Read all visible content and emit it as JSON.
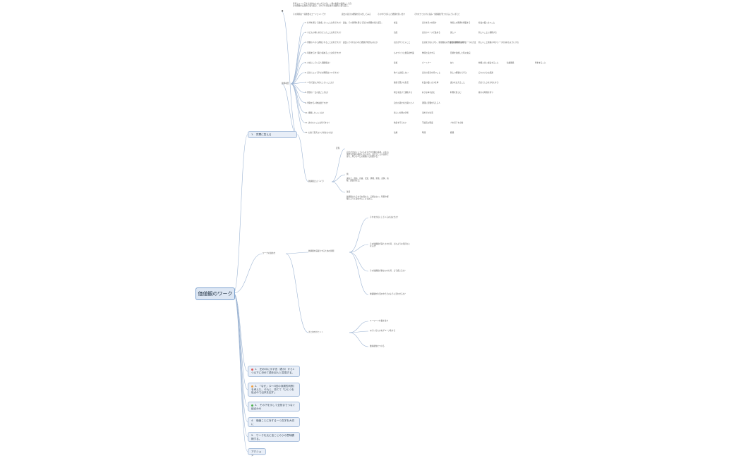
{
  "root": {
    "label": "価値観のワーク"
  },
  "main_branches": [
    {
      "label": "1.　質問に答える",
      "marker": "",
      "marker_color": ""
    },
    {
      "label": "1.　田の中に示す言（表示）から1つ以下に決めて語を記入と変換する。",
      "marker": "!",
      "marker_color": "#e05a5a"
    },
    {
      "label": "2.　「なぜ」（2〜3回の深層的判断）を考えた。それと、持てて「ひとつを仮点ので出来を記す」",
      "marker": "!",
      "marker_color": "#f0a040"
    },
    {
      "label": "3.　その下を示して全然までつなぐ組合わせ",
      "marker": "",
      "marker_color": "#4bb04b"
    },
    {
      "label": "4.　価値ことに対する一つ文字を大切に",
      "marker": "",
      "marker_color": ""
    },
    {
      "label": "5.　ワークを元に言ことのうの意味模様する。",
      "marker": "",
      "marker_color": ""
    },
    {
      "label": "アクション",
      "marker": "",
      "marker_color": ""
    }
  ],
  "branch1": {
    "top_notes": [
      "背景とキャリアを日常的なものにする方法。一番の重要の要素として自分の経験を長期的に取り組み、それぞれの結果を主観的に振り返る。",
      "その質問は一段重要なエージェントです"
    ],
    "top_row": [
      "過去の自分の経験を思い出してみる",
      "その中で共有した経験を思い出す",
      "それをきっかけに強み・価値観が見つかるように考えた"
    ],
    "hub": "質問項目",
    "questions": [
      {
        "q": "1. 仕事を通じて達成したいことは何ですか？",
        "note": "過去、その質問を通じて自分の経験を振り返る。",
        "answers": [
          "成長",
          "自分を見つめ直す",
          "他者との関係を構築する",
          "社会の役に立つこと"
        ]
      },
      {
        "q": "2. 子どもの頃に好きだったことは何ですか？",
        "note": "",
        "answers": [
          "自然",
          "自分のペースで進める",
          "楽しい",
          "新しいことに挑戦する"
        ]
      },
      {
        "q": "3. 周囲の人から評価されることは何ですか？",
        "note": "過去にそれを言われた経験が何回もあるか",
        "answers": [
          "自分がやりたいこと",
          "友達を大切にする、新規開拓の作業で、挑戦的な考え",
          "価値観を持ち続ける一つの方法",
          "新しいこと価値の中から一つを決めるようにする"
        ]
      },
      {
        "q": "4. 時間を忘れて取り組めることは何ですか？",
        "note": "",
        "answers": [
          "ものづくりと創造的作業",
          "仲間と協力する",
          "目標を達成した時の充実"
        ]
      },
      {
        "q": "5. 大切にしている人間関係は？",
        "note": "",
        "answers": [
          "家族",
          "パートナー",
          "友人",
          "仲間と共に成長すること",
          "信頼関係",
          "尊重すること"
        ]
      },
      {
        "q": "6. 自分にとって幸せな瞬間はいつですか？",
        "note": "",
        "answers": [
          "他人と比較しない",
          "自分の意見を持つこと",
          "新しい経験から学ぶ",
          "日々の小さな感謝"
        ]
      },
      {
        "q": "7. 人生で最も大切にしたいことは？",
        "note": "",
        "answers": [
          "健康で豊かな生活",
          "社会の役に立つ仕事",
          "誰かを支えること",
          "自分らしさを大切にする"
        ]
      },
      {
        "q": "8. 理想の一日の過ごし方は？",
        "note": "",
        "answers": [
          "朝日を浴びて運動する",
          "好きな本を読む",
          "料理を楽しむ",
          "静かな時間を持つ"
        ]
      },
      {
        "q": "9. 尊敬する人物は誰ですか？",
        "note": "",
        "answers": [
          "自分の道を切り開いた人",
          "周囲に影響を与える人"
        ]
      },
      {
        "q": "10. 挑戦したいことは？",
        "note": "",
        "answers": [
          "新しい分野の学習",
          "海外での生活"
        ]
      },
      {
        "q": "11. 許せないことは何ですか？",
        "note": "",
        "answers": [
          "約束を守らない",
          "不誠実な態度",
          "人を見下す言動"
        ]
      },
      {
        "q": "12. お金で買えない大切なものは？",
        "note": "",
        "answers": [
          "信頼",
          "時間",
          "経験"
        ]
      }
    ]
  },
  "branch2": {
    "label": "価値観とは（メモ）",
    "items": [
      {
        "key": "定義",
        "text": "自分が大切にしている考え方や判断の基準。人生の選択や行動の指針になるもの。自分らしさの源泉であり、周りの人との関係にも影響する。"
      },
      {
        "key": "例",
        "text": "誠実さ、成長、自由、安定、挑戦、家族、友情、貢献、創造性など。"
      },
      {
        "key": "注意",
        "text": "価値観は人それぞれ異なり、正解はない。時間や経験によって変化することもある。"
      }
    ]
  },
  "branch3": {
    "label": "ワークの進め方",
    "groups": [
      {
        "title": "価値観を深掘りするための質問",
        "items": [
          "それを大切にしているのはなぜか？",
          "その価値観が満たされた時、どのような気持ちになるか？",
          "その価値観が損なわれた時、どう感じるか？",
          "価値観を生活の中でどのように活かせるか？"
        ]
      },
      {
        "title": "まとめ方のヒント",
        "items": [
          "キーワードを書き出す",
          "似ているものをグループ化する",
          "優先順位をつける"
        ]
      }
    ]
  }
}
